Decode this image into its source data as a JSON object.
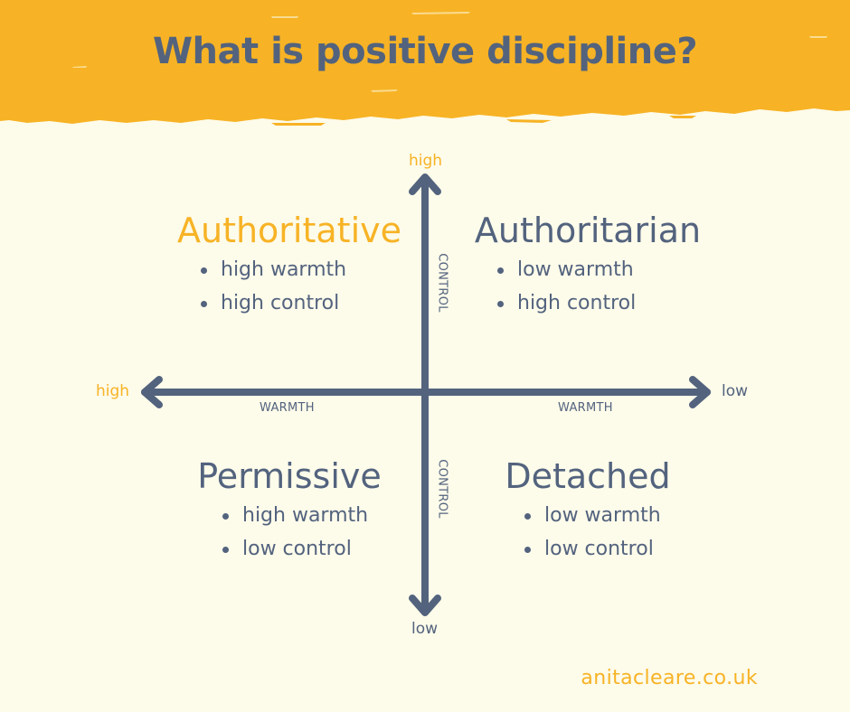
{
  "title": "What is positive discipline?",
  "colors": {
    "accent": "#f7b325",
    "text": "#53637e",
    "background": "#fdfbea"
  },
  "axes": {
    "vertical": {
      "name": "CONTROL",
      "top_label": "high",
      "bottom_label": "low"
    },
    "horizontal": {
      "name": "WARMTH",
      "left_label": "high",
      "right_label": "low"
    }
  },
  "quadrants": {
    "top_left": {
      "title": "Authoritative",
      "highlighted": true,
      "bullets": [
        "high warmth",
        "high control"
      ]
    },
    "top_right": {
      "title": "Authoritarian",
      "highlighted": false,
      "bullets": [
        "low warmth",
        "high control"
      ]
    },
    "bottom_left": {
      "title": "Permissive",
      "highlighted": false,
      "bullets": [
        "high warmth",
        "low control"
      ]
    },
    "bottom_right": {
      "title": "Detached",
      "highlighted": false,
      "bullets": [
        "low warmth",
        "low control"
      ]
    }
  },
  "footer": "anitacleare.co.uk"
}
